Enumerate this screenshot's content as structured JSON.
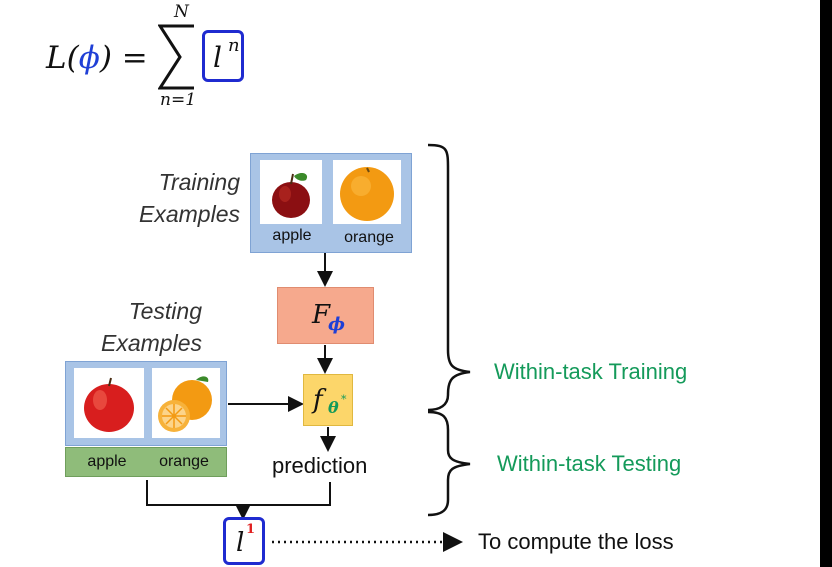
{
  "formula": {
    "lhs": "L(",
    "phi": "ϕ",
    "rhs": ") =",
    "upper": "N",
    "lower": "n=1",
    "term_l": "l",
    "term_n": "n"
  },
  "training": {
    "label_line1": "Training",
    "label_line2": "Examples",
    "item1": "apple",
    "item2": "orange"
  },
  "testing": {
    "label_line1": "Testing",
    "label_line2": "Examples",
    "item1": "apple",
    "item2": "orange"
  },
  "meta_learner": {
    "F": "F",
    "sub": "ϕ"
  },
  "task_model": {
    "f": "f",
    "sub": "θ",
    "sup": "*"
  },
  "prediction": "prediction",
  "within_task_training": "Within-task Training",
  "within_task_testing": "Within-task Testing",
  "loss": {
    "l": "l",
    "sup": "1"
  },
  "compute_loss": "To compute the loss",
  "colors": {
    "phi_blue": "#1f3fd6",
    "green": "#149a5a",
    "orange_box": "#f6a98d",
    "yellow_box": "#fcd66a",
    "image_panel": "#a9c4e6",
    "label_bar": "#8fbc7a"
  }
}
